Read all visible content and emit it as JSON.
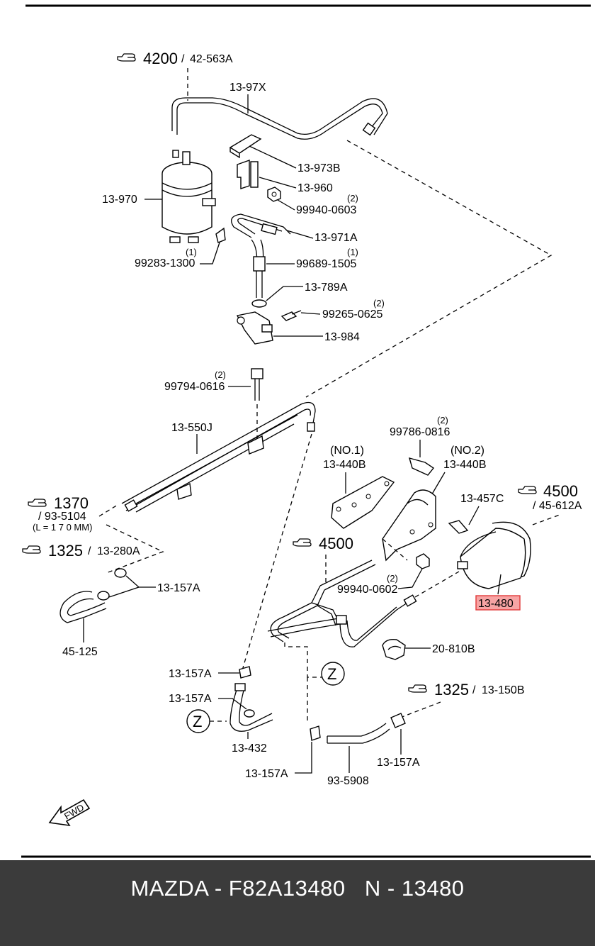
{
  "labels": {
    "ref_4200": "4200",
    "ref_42_563A": "42-563A",
    "p_13_97X": "13-97X",
    "p_13_973B": "13-973B",
    "p_13_960": "13-960",
    "p_13_970": "13-970",
    "q_2_a": "(2)",
    "p_99940_0603": "99940-0603",
    "p_13_971A": "13-971A",
    "q_1_a": "(1)",
    "p_99283_1300": "99283-1300",
    "q_1_b": "(1)",
    "p_99689_1505": "99689-1505",
    "p_13_789A": "13-789A",
    "q_2_b": "(2)",
    "p_99265_0625": "99265-0625",
    "p_13_984": "13-984",
    "q_2_c": "(2)",
    "p_99794_0616": "99794-0616",
    "p_13_550J": "13-550J",
    "q_2_d": "(2)",
    "p_99786_0816": "99786-0816",
    "no1": "(NO.1)",
    "p_13_440B_1": "13-440B",
    "no2": "(NO.2)",
    "p_13_440B_2": "13-440B",
    "p_13_457C": "13-457C",
    "ref_4500_a": "4500",
    "ref_45_612A": "/ 45-612A",
    "ref_1370": "1370",
    "ref_93_5104": "/ 93-5104",
    "ref_l170": "(L = 1 7 0 MM)",
    "ref_1325_a": "1325",
    "ref_13_280A": "13-280A",
    "ref_4500_b": "4500",
    "q_2_e": "(2)",
    "p_99940_0602": "99940-0602",
    "p_13_480": "13-480",
    "p_13_157A_a": "13-157A",
    "p_45_125": "45-125",
    "p_20_810B": "20-810B",
    "z_a": "Z",
    "p_13_157A_b": "13-157A",
    "p_13_157A_c": "13-157A",
    "ref_1325_b": "1325",
    "ref_13_150B": "13-150B",
    "z_b": "Z",
    "p_13_432": "13-432",
    "p_13_157A_d": "13-157A",
    "p_13_157A_e": "13-157A",
    "p_93_5908": "93-5908",
    "fwd": "FWD"
  },
  "footer": {
    "caption": "MAZDA - F82A13480   N - 13480"
  },
  "colors": {
    "highlight_fill": "#f7a4a4",
    "highlight_border": "#e23b3b",
    "footer_bg": "#3b3b3b",
    "footer_text": "#ffffff"
  },
  "icons": [
    "pointing-hand-icon",
    "fwd-arrow-icon"
  ]
}
